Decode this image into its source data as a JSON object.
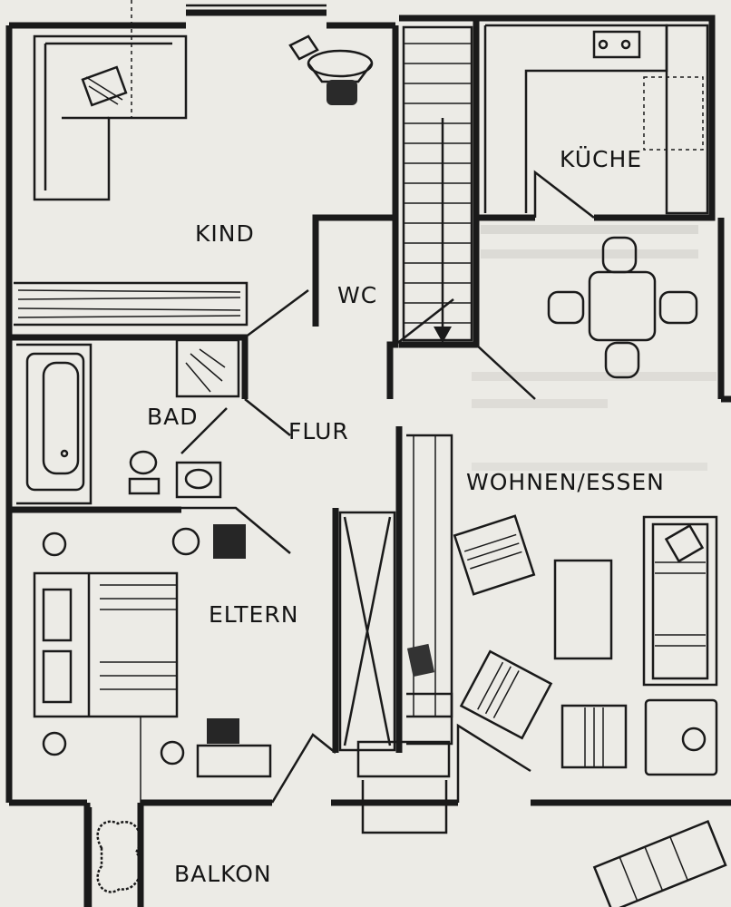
{
  "rooms": {
    "kind": "KIND",
    "kueche": "KÜCHE",
    "wc": "WC",
    "bad": "BAD",
    "flur": "FLUR",
    "wohnen_essen": "WOHNEN/ESSEN",
    "eltern": "ELTERN",
    "balkon": "BALKON"
  },
  "colors": {
    "paper": "#ecebe6",
    "ink": "#1a1a1a"
  }
}
